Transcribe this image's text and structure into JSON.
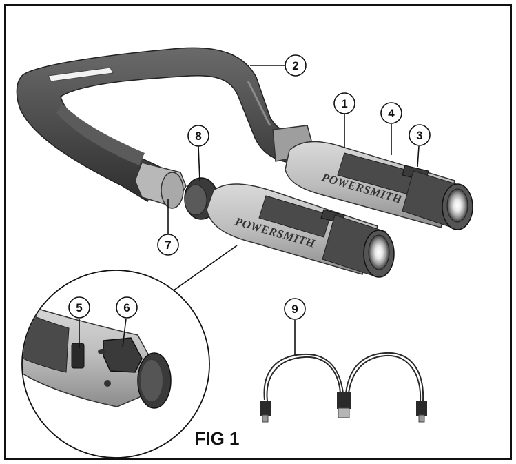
{
  "figure": {
    "caption": "FIG 1",
    "brand": "POWERSMITH"
  },
  "callouts": [
    {
      "number": "1",
      "part": "light-housing-right"
    },
    {
      "number": "2",
      "part": "neck-band"
    },
    {
      "number": "3",
      "part": "power-button"
    },
    {
      "number": "4",
      "part": "grip-pad"
    },
    {
      "number": "5",
      "part": "usb-charging-port"
    },
    {
      "number": "6",
      "part": "port-cover"
    },
    {
      "number": "7",
      "part": "left-end-cap"
    },
    {
      "number": "8",
      "part": "rotating-joint"
    },
    {
      "number": "9",
      "part": "usb-charging-cable"
    }
  ]
}
